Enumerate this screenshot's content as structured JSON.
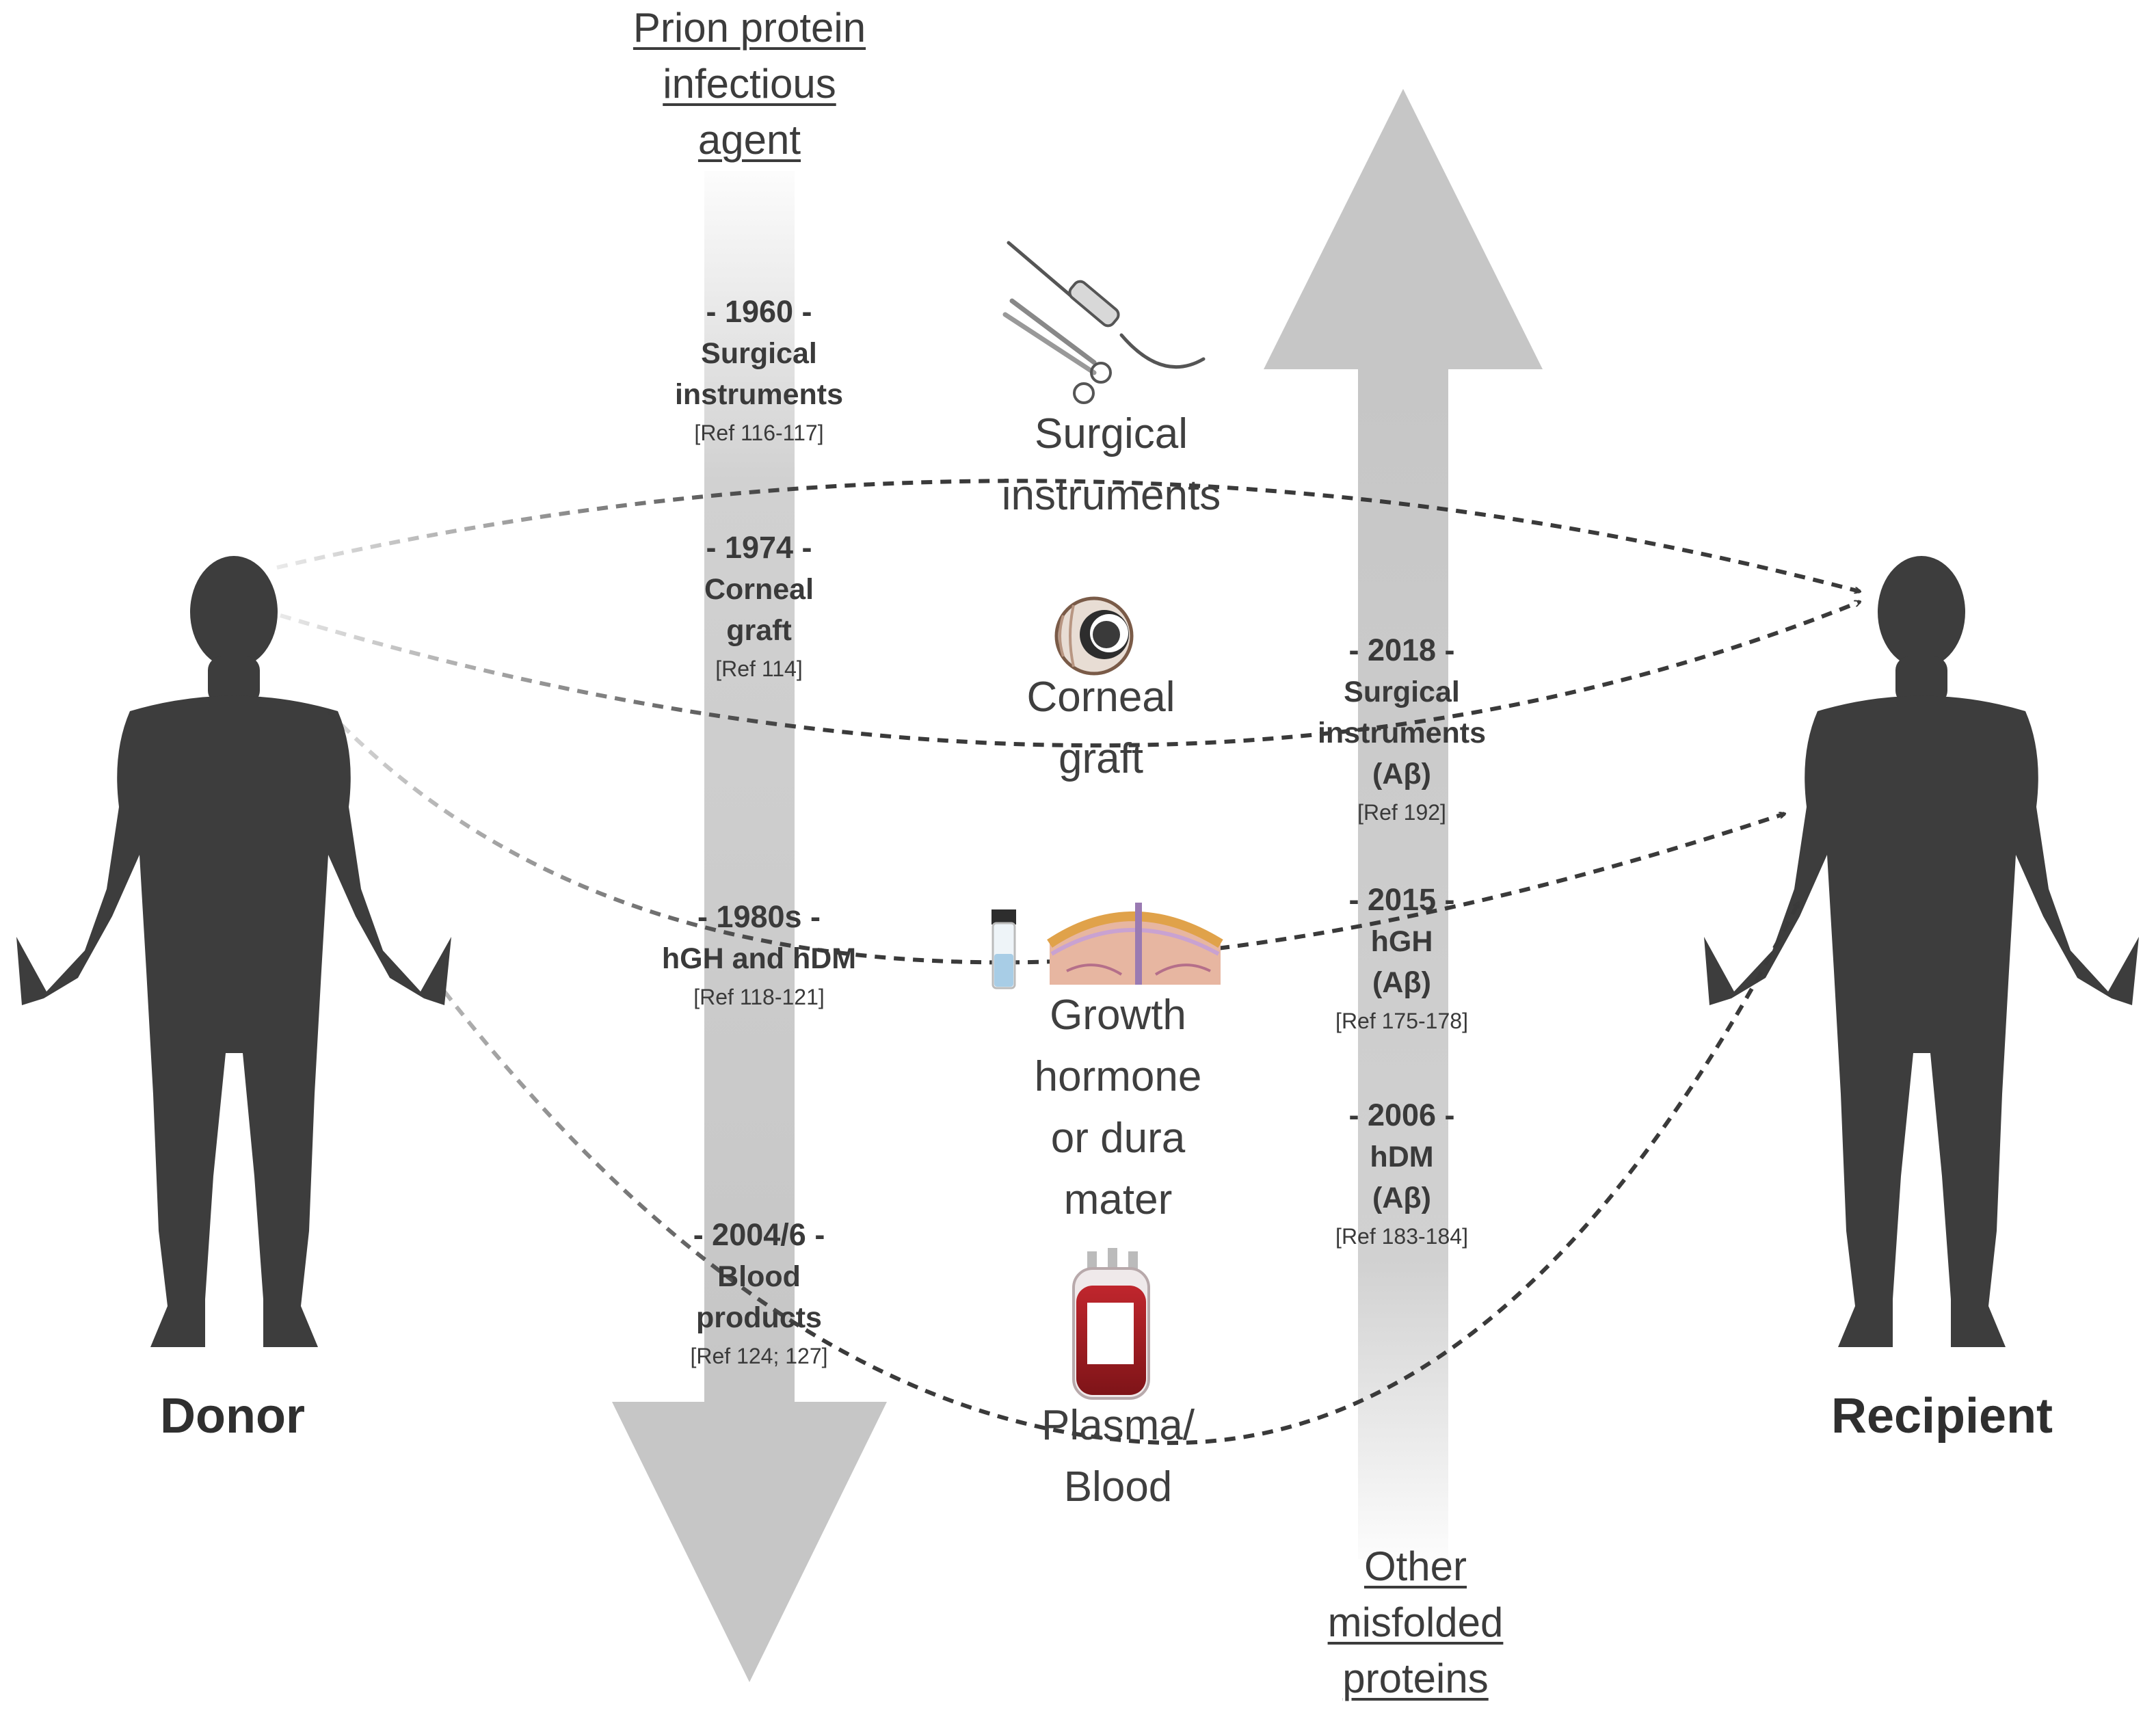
{
  "headings": {
    "prion_agent": [
      "Prion protein",
      "infectious",
      "agent"
    ],
    "other_misfolded": [
      "Other",
      "misfolded",
      "proteins"
    ]
  },
  "people": {
    "donor": "Donor",
    "recipient": "Recipient"
  },
  "prion_events": [
    {
      "year": "- 1960 -",
      "lines": [
        "Surgical",
        "instruments"
      ],
      "ref": "[Ref 116-117]"
    },
    {
      "year": "- 1974 -",
      "lines": [
        "Corneal",
        "graft"
      ],
      "ref": "[Ref 114]"
    },
    {
      "year": "- 1980s -",
      "lines": [
        "hGH and hDM"
      ],
      "ref": "[Ref 118-121]"
    },
    {
      "year": "- 2004/6 -",
      "lines": [
        "Blood",
        "products"
      ],
      "ref": "[Ref 124; 127]"
    }
  ],
  "other_events": [
    {
      "year": "- 2018 -",
      "lines": [
        "Surgical",
        "instruments",
        "(Aβ)"
      ],
      "ref": "[Ref 192]"
    },
    {
      "year": "- 2015 -",
      "lines": [
        "hGH",
        "(Aβ)"
      ],
      "ref": "[Ref 175-178]"
    },
    {
      "year": "- 2006 -",
      "lines": [
        "hDM",
        "(Aβ)"
      ],
      "ref": "[Ref 183-184]"
    }
  ],
  "routes": [
    {
      "label": [
        "Surgical",
        "instruments"
      ],
      "icon": "surgical-instruments-icon"
    },
    {
      "label": [
        "Corneal",
        "graft"
      ],
      "icon": "eye-icon"
    },
    {
      "label": [
        "Growth",
        "hormone",
        "or dura",
        "mater"
      ],
      "icon": "vial-and-dura-mater-icon"
    },
    {
      "label": [
        "Plasma/",
        "Blood"
      ],
      "icon": "blood-bag-icon"
    }
  ],
  "colors": {
    "silhouette": "#3d3d3d",
    "arrow": "#c9c9c9",
    "dashed_line": "#3a3a3a",
    "blood": "#a31f24"
  }
}
